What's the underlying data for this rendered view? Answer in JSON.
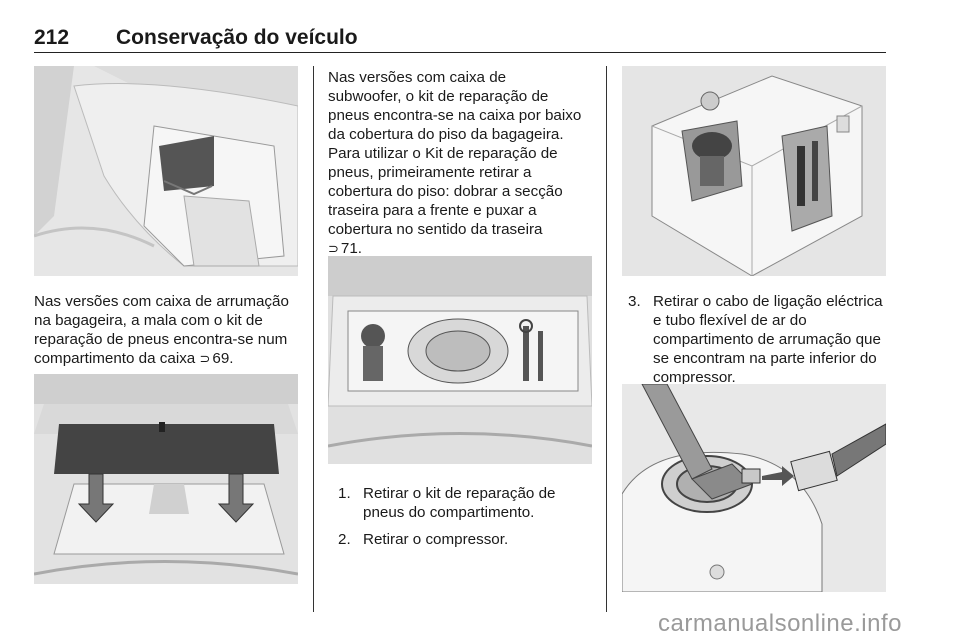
{
  "header": {
    "page_number": "212",
    "chapter_title": "Conservação do veículo"
  },
  "col1": {
    "para1_lines": [
      "Nas versões com caixa de arrumação",
      "na bagageira, a mala com o kit de",
      "reparação de pneus encontra-se num",
      "compartimento da caixa"
    ],
    "para1_ref_symbol": "⊃",
    "para1_ref": "69."
  },
  "col2": {
    "para_lines": [
      "Nas versões com caixa de",
      "subwoofer, o kit de reparação de",
      "pneus encontra-se na caixa por baixo",
      "da cobertura do piso da bagageira.",
      "Para utilizar o Kit de reparação de",
      "pneus, primeiramente retirar a",
      "cobertura do piso: dobrar a secção",
      "traseira para a frente e puxar a",
      "cobertura no sentido da traseira"
    ],
    "para_ref_symbol": "⊃",
    "para_ref": "71.",
    "steps": [
      {
        "num": "1.",
        "lines": [
          "Retirar o kit de reparação de",
          "pneus do compartimento."
        ]
      },
      {
        "num": "2.",
        "lines": [
          "Retirar o compressor."
        ]
      }
    ]
  },
  "col3": {
    "step": {
      "num": "3.",
      "lines": [
        "Retirar o cabo de ligação eléctrica",
        "e tubo flexível de ar do",
        "compartimento de arrumação que",
        "se encontram na parte inferior do",
        "compressor."
      ]
    }
  },
  "watermark": "carmanualsonline.info"
}
